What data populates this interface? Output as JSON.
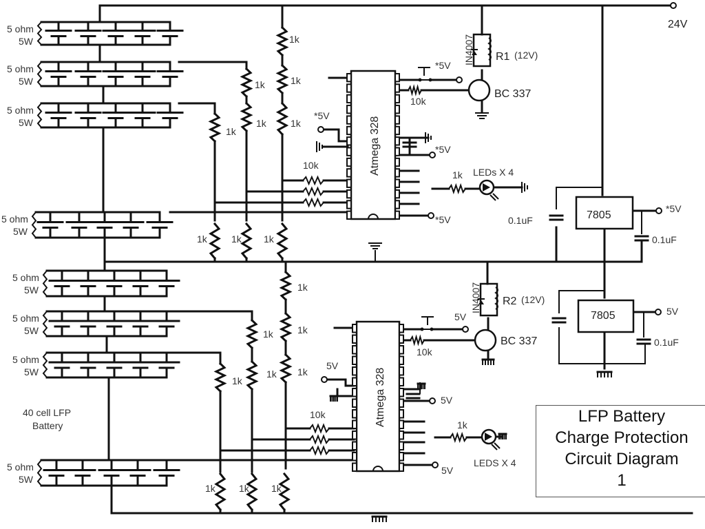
{
  "diagram": {
    "title_lines": [
      "LFP Battery",
      "Charge Protection",
      "Circuit Diagram",
      "1"
    ],
    "supply_label": "24V",
    "battery_label": [
      "40 cell LFP",
      "Battery"
    ],
    "balance_resistor": [
      "5 ohm",
      "5W"
    ],
    "cell_groups": 8,
    "cells_per_group": 5,
    "divider_resistor": "1k",
    "input_resistor": "10k",
    "upper": {
      "mcu": "Atmega 328",
      "relay": "R1",
      "relay_voltage": "(12V)",
      "diode": "IN4007",
      "transistor": "BC 337",
      "base_resistor": "10k",
      "led_resistor": "1k",
      "leds": "LEDs X 4",
      "vcc": "*5V",
      "regulator": "7805",
      "reg_out": "*5V",
      "cap_in": "0.1uF",
      "cap_out": "0.1uF"
    },
    "lower": {
      "mcu": "Atmega 328",
      "relay": "R2",
      "relay_voltage": "(12V)",
      "diode": "IN4007",
      "transistor": "BC 337",
      "base_resistor": "10k",
      "led_resistor": "1k",
      "leds": "LEDS X 4",
      "vcc": "5V",
      "regulator": "7805",
      "reg_out": "5V",
      "cap_out": "0.1uF"
    }
  }
}
